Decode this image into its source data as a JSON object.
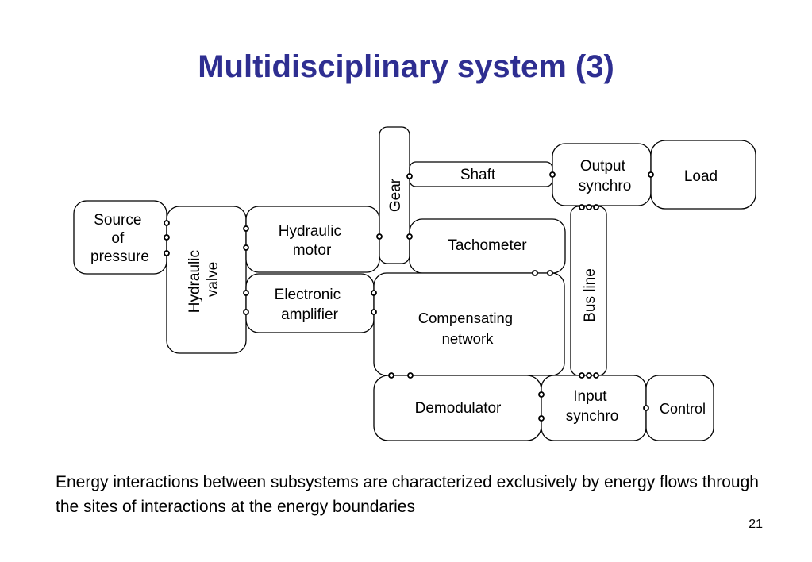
{
  "title": "Multidisciplinary system (3)",
  "diagram": {
    "boxes": {
      "source": [
        "Source",
        "of",
        "pressure"
      ],
      "hydraulic_valve": [
        "Hydraulic",
        "valve"
      ],
      "hydraulic_motor": [
        "Hydraulic",
        "motor"
      ],
      "electronic_amplifier": [
        "Electronic",
        "amplifier"
      ],
      "gear": [
        "Gear"
      ],
      "shaft": [
        "Shaft"
      ],
      "output_synchro": [
        "Output",
        "synchro"
      ],
      "load": [
        "Load"
      ],
      "tachometer": [
        "Tachometer"
      ],
      "compensating_network": [
        "Compensating",
        "network"
      ],
      "bus_line": [
        "Bus line"
      ],
      "demodulator": [
        "Demodulator"
      ],
      "input_synchro": [
        "Input",
        "synchro"
      ],
      "control": [
        "Control"
      ]
    }
  },
  "caption": "Energy interactions between subsystems are characterized exclusively by energy flows through the sites of interactions at the energy boundaries",
  "page_number": "21"
}
